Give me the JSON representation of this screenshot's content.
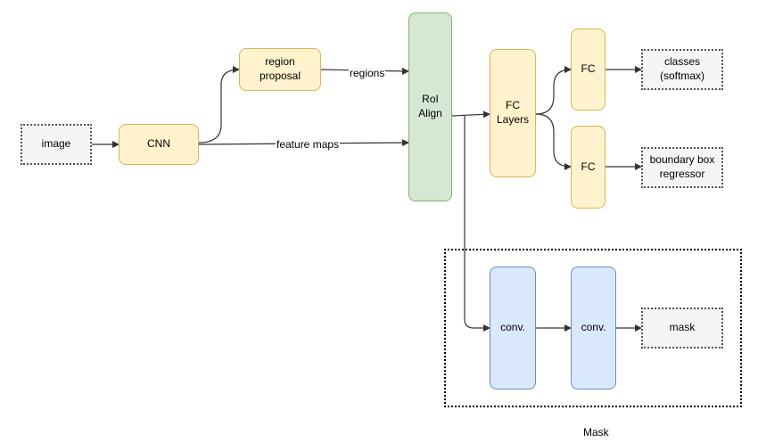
{
  "nodes": {
    "image": "image",
    "cnn": "CNN",
    "region_proposal": "region\nproposal",
    "roi_align": "RoI\nAlign",
    "fc_layers": "FC\nLayers",
    "fc_top": "FC",
    "fc_bottom": "FC",
    "classes": "classes\n(softmax)",
    "bbox_regressor": "boundary box\nregressor",
    "conv1": "conv.",
    "conv2": "conv.",
    "mask": "mask"
  },
  "edge_labels": {
    "regions": "regions",
    "feature_maps": "feature maps"
  },
  "groups": {
    "mask_branch": "Mask"
  },
  "colors": {
    "io_fill": "#f5f5f5",
    "proposal_fill": "#fff2cc",
    "proposal_stroke": "#d6b656",
    "roi_fill": "#d5e8d4",
    "roi_stroke": "#82b366",
    "conv_fill": "#dae8fc",
    "conv_stroke": "#6c8ebf",
    "edge": "#333333"
  }
}
